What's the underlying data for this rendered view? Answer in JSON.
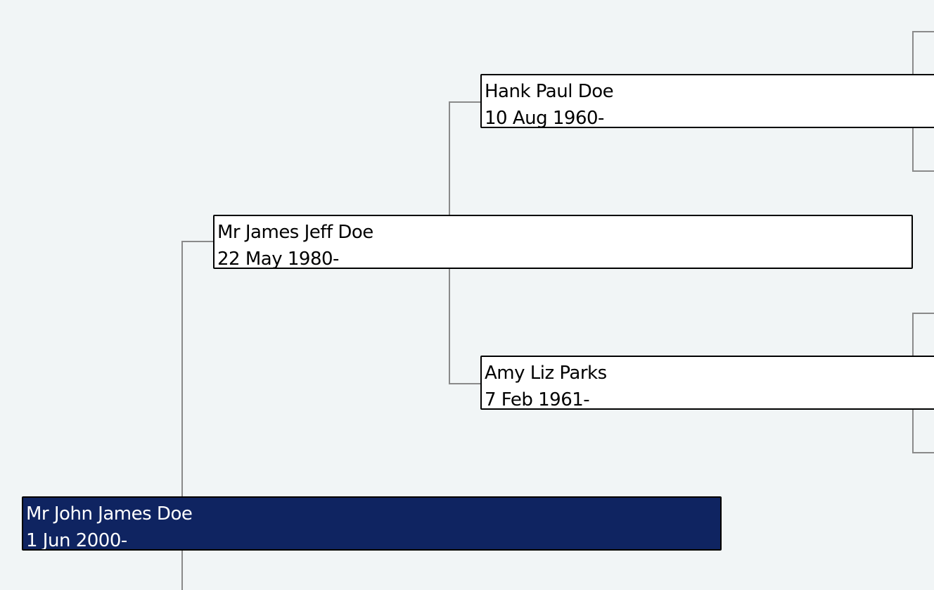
{
  "colors": {
    "background": "#f1f5f6",
    "selected_box": "#0f2461",
    "connector": "#8a8a8a"
  },
  "tree": {
    "root": {
      "name": "Mr John James Doe",
      "dates": "1 Jun 2000-",
      "selected": true
    },
    "father": {
      "name": "Mr James Jeff Doe",
      "dates": "22 May 1980-"
    },
    "paternal_grandfather": {
      "name": "Hank Paul Doe",
      "dates": "10 Aug 1960-"
    },
    "paternal_grandmother": {
      "name": "Amy Liz Parks",
      "dates": "7 Feb 1961-"
    }
  }
}
